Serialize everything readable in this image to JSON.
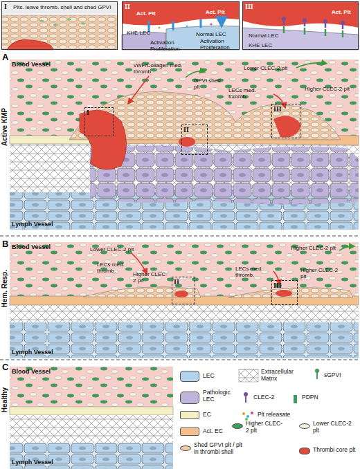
{
  "diagram": {
    "nodes": [
      {
        "text": [
          "I",
          "Plts. leave thromb. shell and shed GPVI"
        ]
      },
      {
        "text": [
          "II",
          "Act. Plt",
          "Act. Plt",
          "Normal LEC",
          "Activation Proliferation",
          "KHE LEC",
          "Activation Proliferation"
        ]
      },
      {
        "text": [
          "III",
          "Act. Plt",
          "Normal LEC",
          "KHE LEC"
        ]
      },
      {
        "text": [
          "Active KMP",
          "Blood Vessel",
          "Lymph Vessel"
        ]
      },
      {
        "text": [
          "I"
        ],
        "in": 3
      },
      {
        "text": [
          "II"
        ],
        "in": 3
      },
      {
        "text": [
          "III"
        ],
        "in": 3
      },
      {
        "text": [
          "Hem. Resp.",
          "Blood Vessel",
          "Lymph Vessel"
        ]
      },
      {
        "text": [
          "II"
        ],
        "in": 7
      },
      {
        "text": [
          "III"
        ],
        "in": 7
      },
      {
        "text": [
          "Healthy",
          "Blood Vessel",
          "Lymph Vessel"
        ]
      }
    ],
    "labels": [
      "A",
      "vWF/Collagen med. thromb.",
      "GPVI shed plt",
      "Lower CLEC-2 plt",
      "Higher CLEC-2 plt",
      "LECs med. thromb.",
      "B",
      "Lower CLEC-2 plt",
      "LECs med. thromb.",
      "Higher CLEC-2 plt",
      "Higher CLEC-2 plt",
      "LECs med. thromb.",
      "Higher CLEC-2 plt",
      "C"
    ],
    "legend": [
      {
        "text": "LEC",
        "color": "#b4d3ea"
      },
      {
        "text": "Extracellular Matrix"
      },
      {
        "text": "sGPVI"
      },
      {
        "text": "Pathologic LEC",
        "color": "#bfb4da"
      },
      {
        "text": "CLEC-2"
      },
      {
        "text": "PDPN"
      },
      {
        "text": "EC",
        "color": "#f5efc4"
      },
      {
        "text": "Plt releasate"
      },
      {
        "text": "Act. EC",
        "color": "#f3bf8c"
      },
      {
        "text": "Higher CLEC-2 plt",
        "color": "#3f9a5c"
      },
      {
        "text": "Lower CLEC-2 plt",
        "color": "#f6f0e2"
      },
      {
        "text": "Shed GPVI plt / plt in thrombi shell",
        "color": "#f1c9a4"
      },
      {
        "text": "Thrombi core plt",
        "color": "#e04a3c"
      }
    ]
  }
}
